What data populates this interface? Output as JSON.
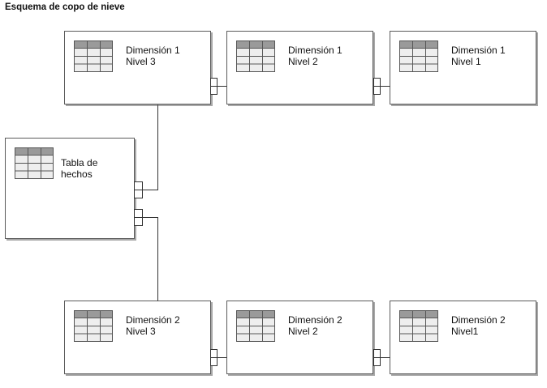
{
  "title": "Esquema de copo de nieve",
  "fact_table": {
    "line1": "Tabla de",
    "line2": "hechos"
  },
  "dimension1": [
    {
      "line1": "Dimensión 1",
      "line2": "Nivel 3"
    },
    {
      "line1": "Dimensión 1",
      "line2": "Nivel 2"
    },
    {
      "line1": "Dimensión 1",
      "line2": "Nivel 1"
    }
  ],
  "dimension2": [
    {
      "line1": "Dimensión 2",
      "line2": "Nivel 3"
    },
    {
      "line1": "Dimensión 2",
      "line2": "Nivel 2"
    },
    {
      "line1": "Dimensión 2",
      "line2": "Nivel1"
    }
  ],
  "colors": {
    "border": "#5a5a5a",
    "shadow": "#a8a8a8",
    "icon_header": "#9a9a9a",
    "icon_body": "#eeeeee",
    "line": "#333333"
  }
}
